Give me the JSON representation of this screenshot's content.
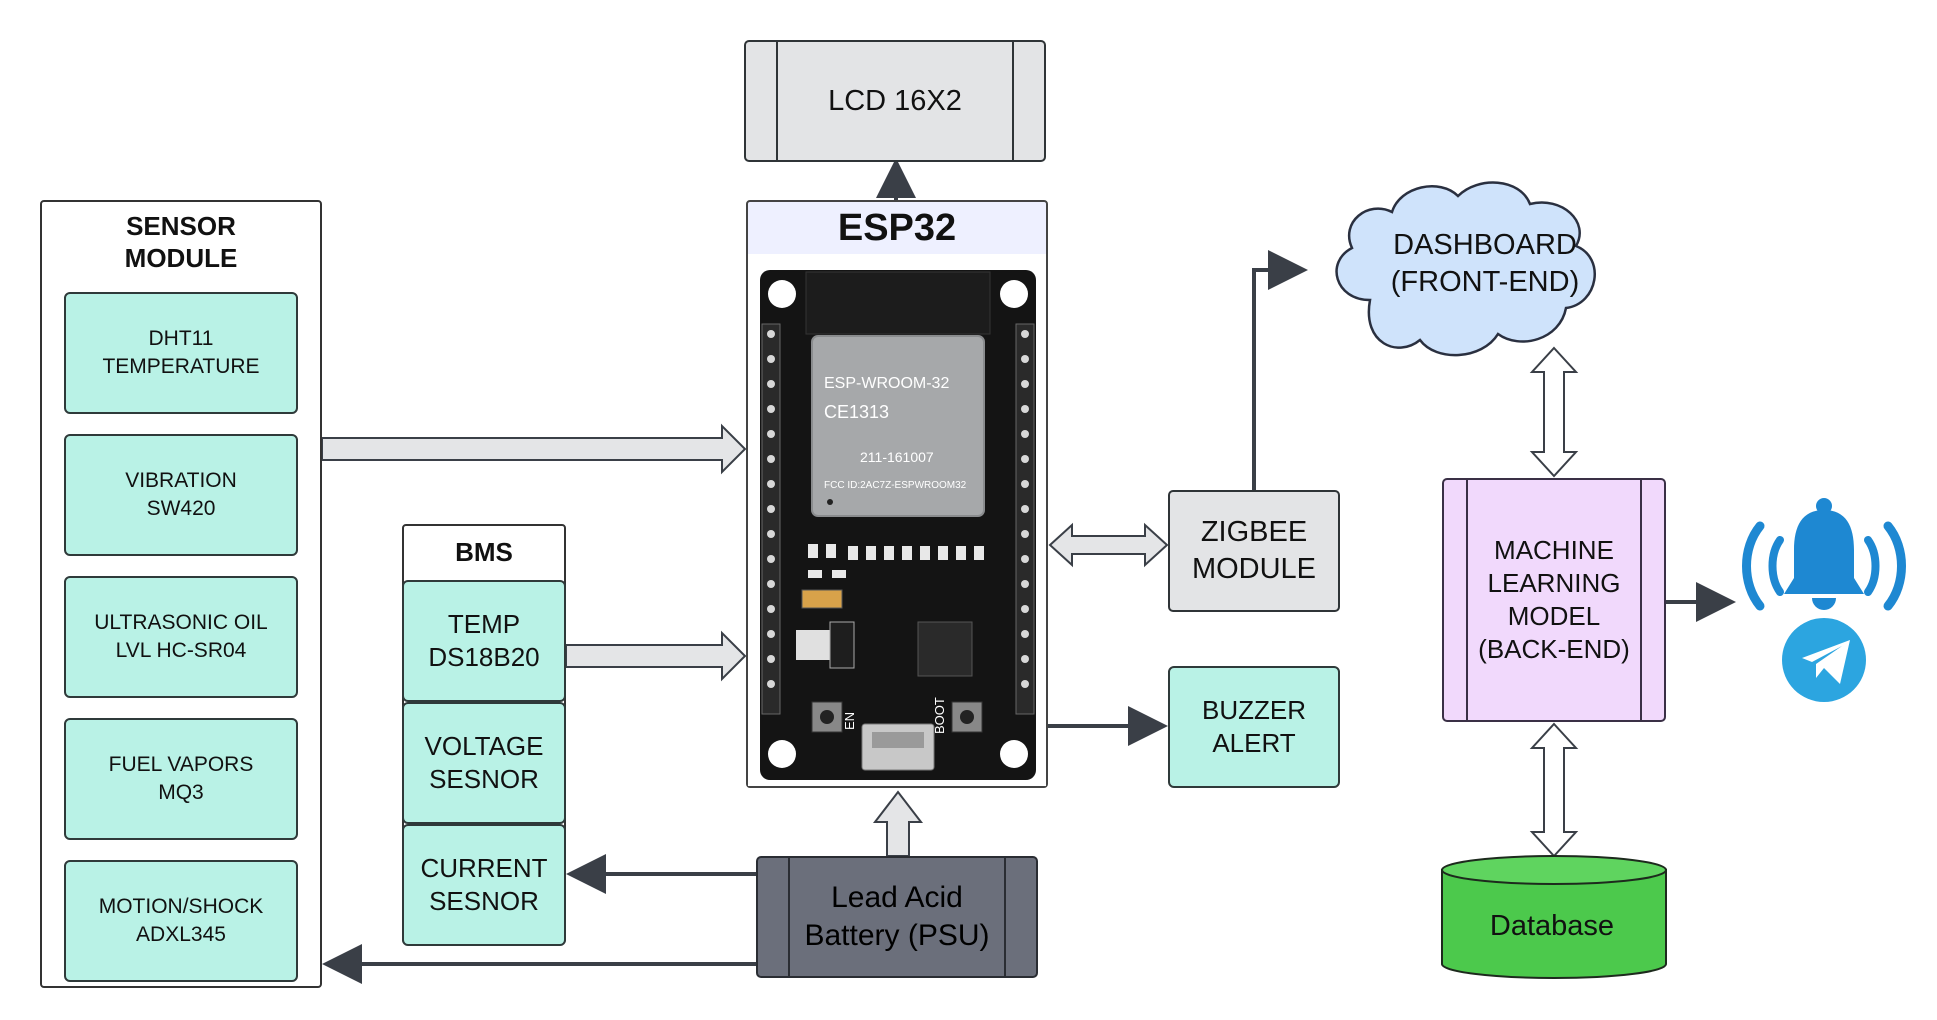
{
  "sensor_module": {
    "title": "SENSOR\nMODULE",
    "items": [
      {
        "label": "DHT11\nTEMPERATURE"
      },
      {
        "label": "VIBRATION\nSW420"
      },
      {
        "label": "ULTRASONIC OIL\nLVL HC-SR04"
      },
      {
        "label": "FUEL VAPORS\nMQ3"
      },
      {
        "label": "MOTION/SHOCK\nADXL345"
      }
    ]
  },
  "bms": {
    "title": "BMS",
    "items": [
      {
        "label": "TEMP\nDS18B20"
      },
      {
        "label": "VOLTAGE\nSESNOR"
      },
      {
        "label": "CURRENT\nSESNOR"
      }
    ]
  },
  "esp32": {
    "title": "ESP32",
    "module_text": "ESP-WROOM-32",
    "cert_text": "CE1313",
    "id_text": "211-161007",
    "fcc_text": "FCC ID:2AC7Z-ESPWROOM32",
    "button_en": "EN",
    "button_boot": "BOOT"
  },
  "lcd": {
    "label": "LCD 16X2"
  },
  "zigbee": {
    "label": "ZIGBEE\nMODULE"
  },
  "buzzer": {
    "label": "BUZZER\nALERT"
  },
  "battery": {
    "label": "Lead Acid\nBattery (PSU)"
  },
  "dashboard": {
    "label": "DASHBOARD\n(FRONT-END)"
  },
  "ml_model": {
    "label": "MACHINE\nLEARNING\nMODEL\n(BACK-END)"
  },
  "database": {
    "label": "Database"
  },
  "colors": {
    "teal": "#b9f2e6",
    "cloud": "#cfe3fb",
    "ml": "#f1d9fc",
    "database": "#4cc94c",
    "bell": "#1e88d2",
    "telegram": "#2ca5e0",
    "arrow": "#3a3f47"
  },
  "icons": [
    "bell-icon",
    "telegram-icon"
  ]
}
